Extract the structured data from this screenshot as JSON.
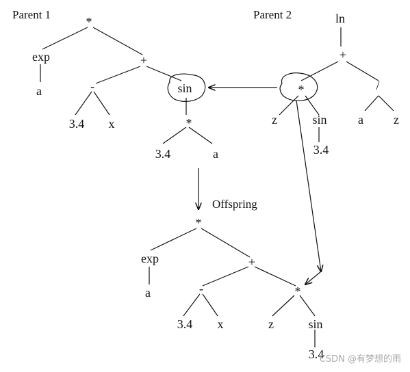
{
  "labels": {
    "parent1": "Parent 1",
    "parent2": "Parent 2",
    "offspring": "Offspring"
  },
  "parent1": {
    "root": "*",
    "exp": "exp",
    "exp_a": "a",
    "plus": "+",
    "minus": "-",
    "minus_left": "3.4",
    "minus_right": "x",
    "sin": "sin",
    "sin_mul": "*",
    "sin_mul_left": "3.4",
    "sin_mul_right": "a"
  },
  "parent2": {
    "root": "ln",
    "plus": "+",
    "mul": "*",
    "mul_left": "z",
    "mul_sin": "sin",
    "mul_sin_child": "3.4",
    "div": "/",
    "div_left": "a",
    "div_right": "z"
  },
  "offspring": {
    "root": "*",
    "exp": "exp",
    "exp_a": "a",
    "plus": "+",
    "minus": "-",
    "minus_left": "3.4",
    "minus_right": "x",
    "mul": "*",
    "mul_left": "z",
    "mul_sin": "sin",
    "mul_sin_child": "3.4"
  },
  "watermark": "CSDN @有梦想的雨"
}
